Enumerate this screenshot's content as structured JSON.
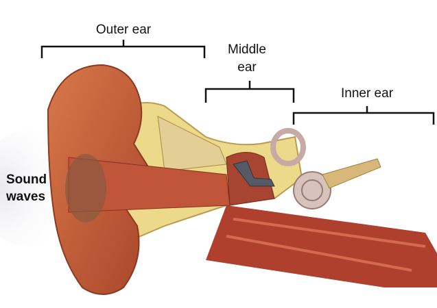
{
  "labels": {
    "outer_ear": "Outer ear",
    "middle_ear_line1": "Middle",
    "middle_ear_line2": "ear",
    "inner_ear": "Inner ear",
    "sound_waves_line1": "Sound",
    "sound_waves_line2": "waves"
  },
  "colors": {
    "skin": "#c8623a",
    "bone": "#ecd98a",
    "muscle": "#b0402e",
    "cochlea": "#d8c2bc"
  }
}
